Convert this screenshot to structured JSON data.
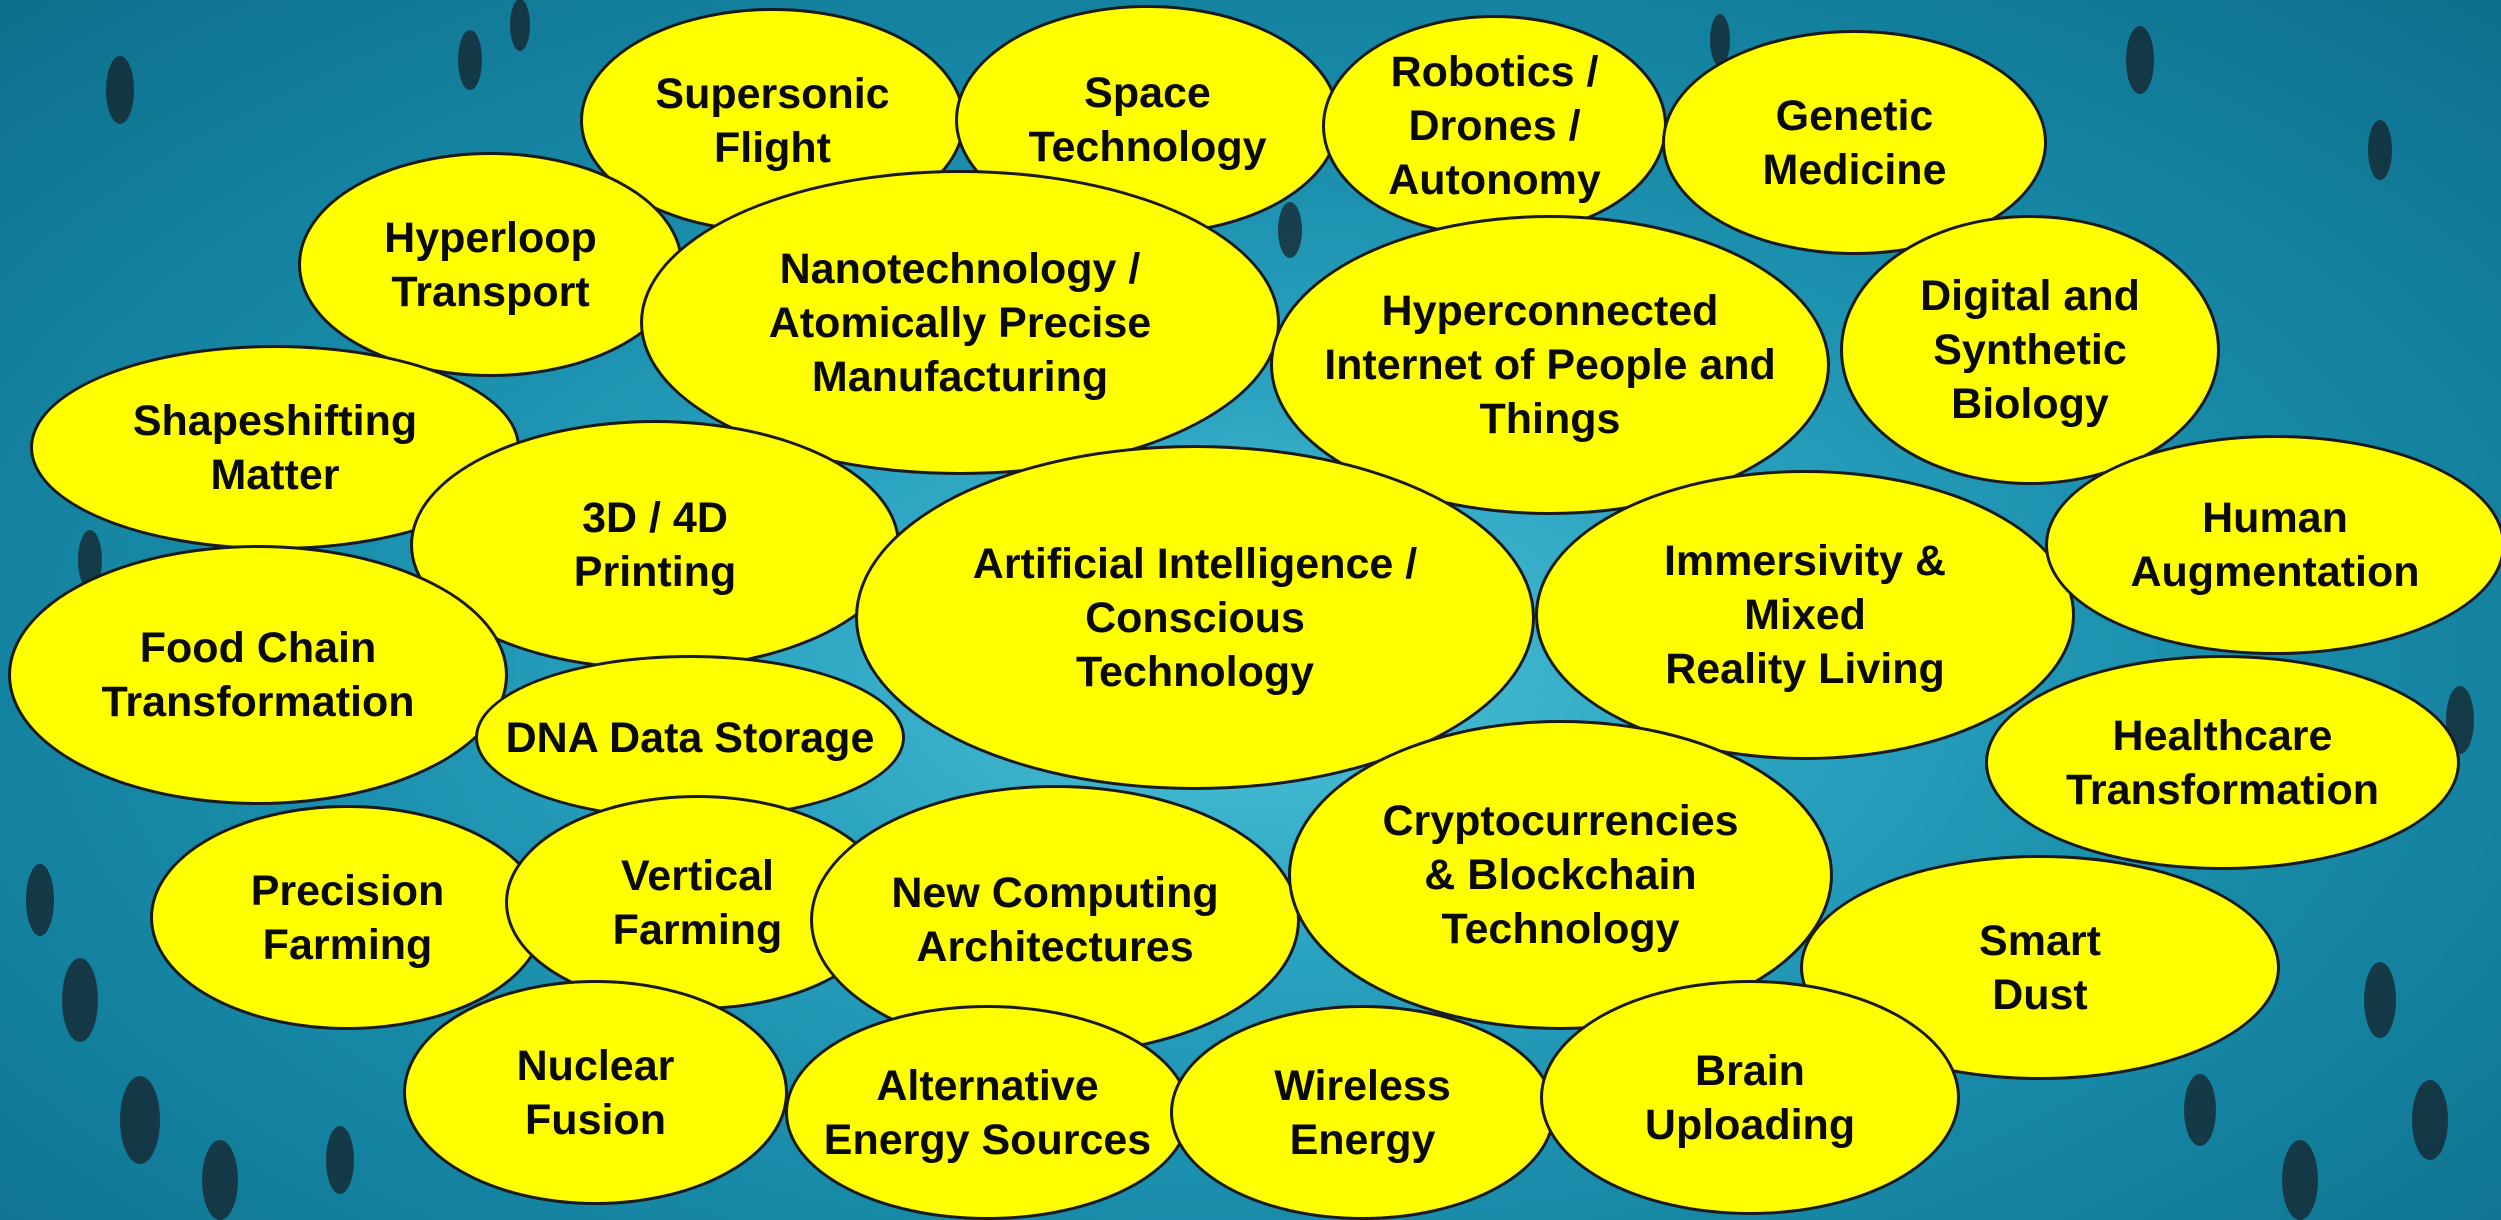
{
  "colors": {
    "bubble_fill": "#ffff00",
    "bubble_border": "#1a1a1a",
    "background": "#2aa3c0",
    "text": "#0a0a0a"
  },
  "bubbles": {
    "supersonic_flight": "Supersonic\nFlight",
    "space_technology": "Space\nTechnology",
    "robotics": "Robotics /\nDrones /\nAutonomy",
    "genetic_medicine": "Genetic\nMedicine",
    "hyperloop": "Hyperloop\nTransport",
    "nanotech": "Nanotechnology /\nAtomically Precise\nManufacturing",
    "hyperconnected": "Hyperconnected\nInternet of People and\nThings",
    "digital_bio": "Digital and\nSynthetic\nBiology",
    "shapeshifting": "Shapeshifting\nMatter",
    "printing": "3D / 4D\nPrinting",
    "ai": "Artificial Intelligence /\nConscious\nTechnology",
    "immersivity": "Immersivity &\nMixed\nReality Living",
    "human_aug": "Human\nAugmentation",
    "food_chain": "Food Chain\nTransformation",
    "dna_storage": "DNA Data Storage",
    "healthcare": "Healthcare\nTransformation",
    "precision_farming": "Precision\nFarming",
    "vertical_farming": "Vertical\nFarming",
    "new_computing": "New Computing\nArchitectures",
    "crypto": "Cryptocurrencies\n& Blockchain\nTechnology",
    "smart_dust": "Smart\nDust",
    "nuclear_fusion": "Nuclear\nFusion",
    "alt_energy": "Alternative\nEnergy Sources",
    "wireless_energy": "Wireless\nEnergy",
    "brain_uploading": "Brain\nUploading"
  }
}
